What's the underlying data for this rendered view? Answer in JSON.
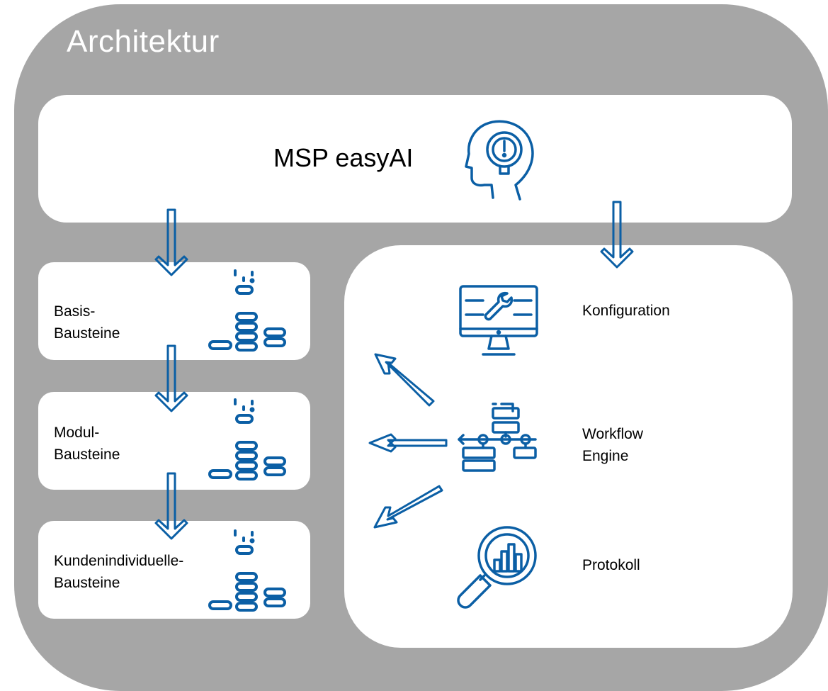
{
  "title": "Architektur",
  "main": {
    "label": "MSP easyAI",
    "icon": "ai-head-lightbulb-icon"
  },
  "bausteine": [
    {
      "line1": "Basis-",
      "line2": "Bausteine",
      "icon": "building-blocks-icon"
    },
    {
      "line1": "Modul-",
      "line2": "Bausteine",
      "icon": "building-blocks-icon"
    },
    {
      "line1": "Kundenindividuelle-",
      "line2": "Bausteine",
      "icon": "building-blocks-icon"
    }
  ],
  "features": [
    {
      "line1": "Konfiguration",
      "line2": "",
      "icon": "monitor-wrench-icon"
    },
    {
      "line1": "Workflow",
      "line2": "Engine",
      "icon": "workflow-diagram-icon"
    },
    {
      "line1": "Protokoll",
      "line2": "",
      "icon": "magnifier-chart-icon"
    }
  ],
  "colors": {
    "accent": "#0b5fa5",
    "frame": "#a6a6a6",
    "panel": "#ffffff",
    "title_text": "#ffffff",
    "text": "#000000"
  }
}
